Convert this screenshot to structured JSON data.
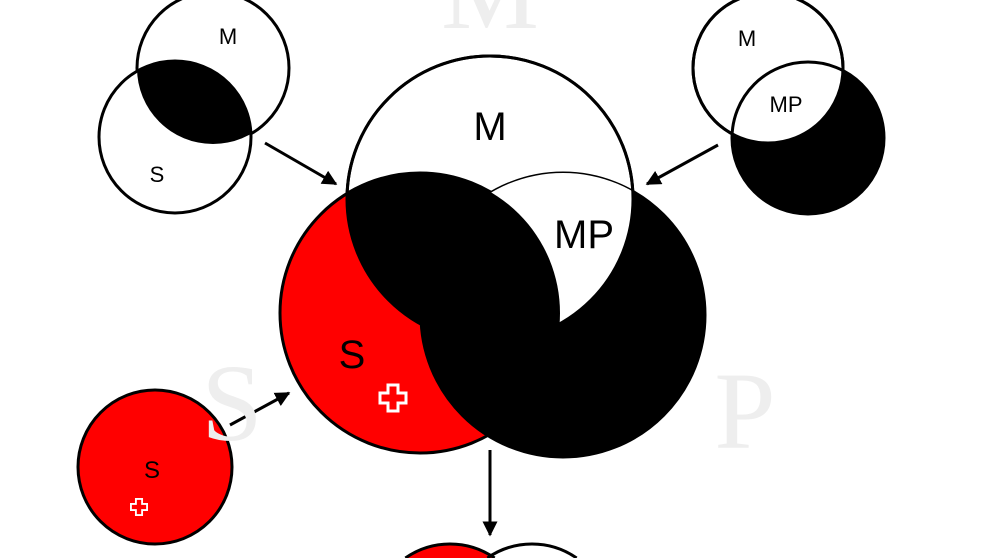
{
  "watermarks": {
    "m": "M",
    "s": "S",
    "p": "P"
  },
  "main": {
    "m": "M",
    "s": "S",
    "mp": "MP"
  },
  "premise_major": {
    "m": "M",
    "s": "S"
  },
  "premise_minor": {
    "m": "M",
    "mp": "MP"
  },
  "subject_circle": {
    "s": "S"
  },
  "colors": {
    "red": "#ff0000",
    "black": "#000000",
    "watermark": "#eeeeee"
  }
}
